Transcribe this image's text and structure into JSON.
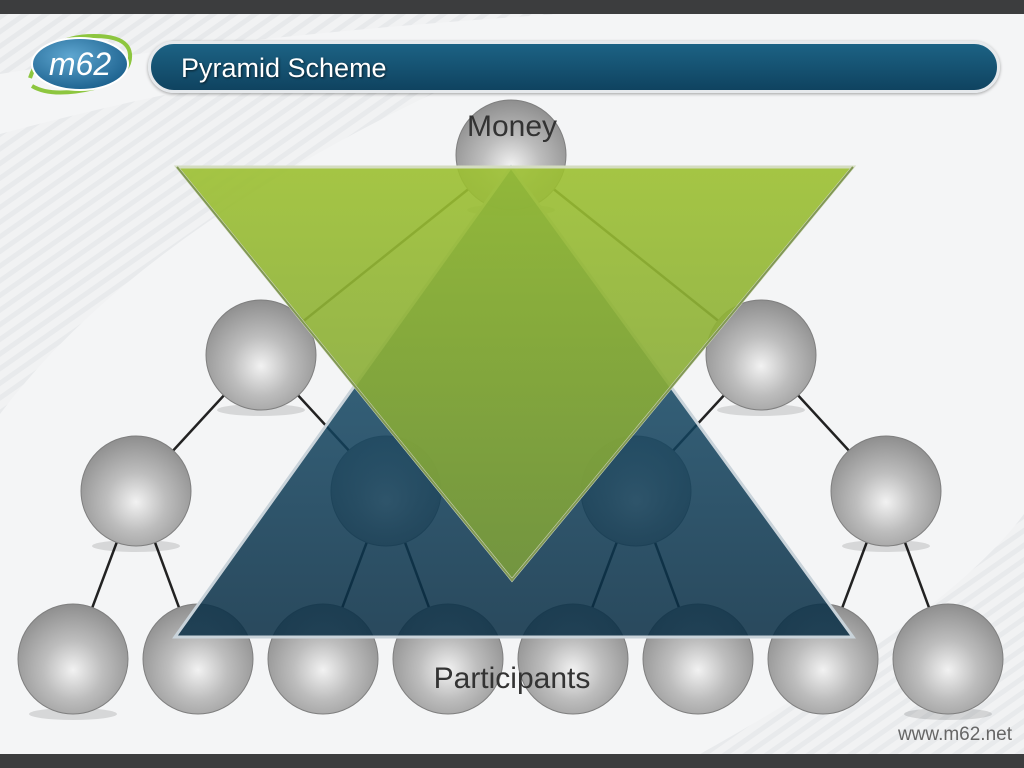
{
  "slide": {
    "title": "Pyramid Scheme",
    "footer_url": "www.m62.net"
  },
  "logo": {
    "text": "m62"
  },
  "diagram": {
    "top_label": "Money",
    "bottom_label": "Participants",
    "levels": [
      1,
      2,
      4,
      8
    ]
  },
  "colors": {
    "title_bar": "#165878",
    "pyramid_blue": "#0d3a54",
    "funnel_green": "#8db733",
    "node_gray": "#a8a8a8",
    "logo_green": "#8dc63f"
  }
}
